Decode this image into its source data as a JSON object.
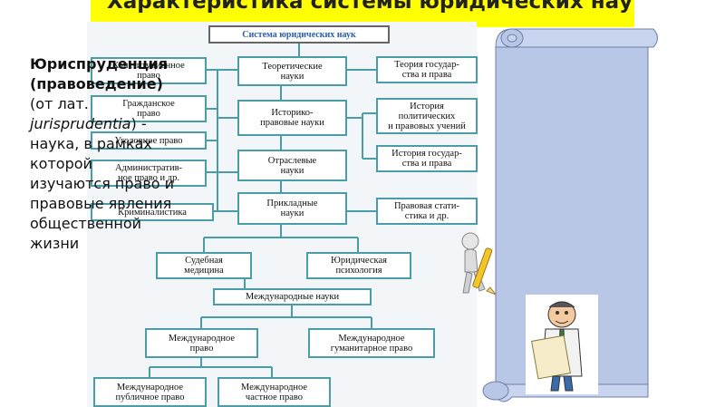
{
  "slide": {
    "title": "Характеристика системы юридических наук"
  },
  "diagram": {
    "root": "Система юридических наук",
    "left": [
      "Конституционное\nправо",
      "Гражданское\nправо",
      "Уголовное право",
      "Административ-\nное право и др.",
      "Криминалистика"
    ],
    "center": [
      "Теоретические\nнауки",
      "Историко-\nправовые науки",
      "Отраслевые\nнауки",
      "Прикладные\nнауки"
    ],
    "right": [
      "Теория государ-\nства и права",
      "История\nполитических\nи правовых учений",
      "История государ-\nства и права",
      "Правовая стати-\nстика и др."
    ],
    "applied": [
      "Судебная\nмедицина",
      "Юридическая\nпсихология"
    ],
    "international": "Международные науки",
    "intl_children": [
      "Международное\nправо",
      "Международное\nгуманитарное право"
    ],
    "law_children": [
      "Международное\nпубличное право",
      "Международное\nчастное право"
    ]
  },
  "definition": {
    "term": "Юриспруденция (правоведение)",
    "latin_prefix": " (от лат. ",
    "latin_word": "jurisprudentia",
    "rest": ") - наука, в рамках которой изучаются право и правовые явления общественной жизни"
  },
  "colors": {
    "title_bg": "#ffff00",
    "box_border": "#4a9ca7",
    "root_text": "#2a5db0",
    "scroll_bg": "#b8c7e6"
  }
}
